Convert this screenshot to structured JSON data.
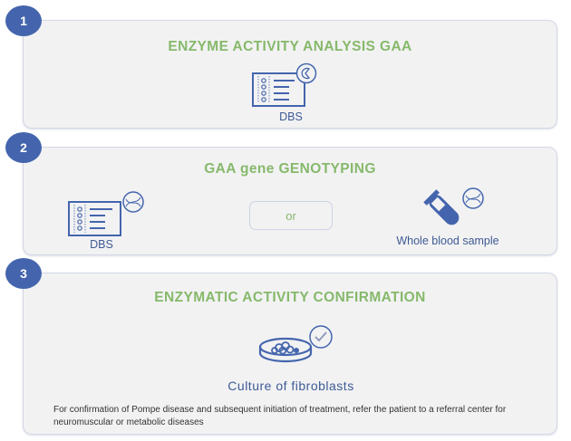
{
  "steps": [
    {
      "number": "1",
      "title": "ENZYME ACTIVITY ANALYSIS GAA",
      "items": [
        {
          "icon": "dbs-card-enzyme-icon",
          "label": "DBS"
        }
      ]
    },
    {
      "number": "2",
      "title": "GAA gene GENOTYPING",
      "items": [
        {
          "icon": "dbs-card-dna-icon",
          "label": "DBS"
        },
        {
          "icon": "blood-tube-dna-icon",
          "label": "Whole blood sample"
        }
      ],
      "separator": "or"
    },
    {
      "number": "3",
      "title": "ENZYMATIC ACTIVITY CONFIRMATION",
      "items": [
        {
          "icon": "petri-dish-check-icon",
          "label": "Culture of fibroblasts"
        }
      ],
      "note": "For confirmation of Pompe disease and subsequent initiation of treatment, refer the patient to a referral center for neuromuscular or metabolic diseases"
    }
  ],
  "colors": {
    "badge": "#4465ad",
    "title": "#86b96b",
    "icon": "#4465ad",
    "label": "#3e5a94",
    "card_bg": "#f2f2f3"
  }
}
